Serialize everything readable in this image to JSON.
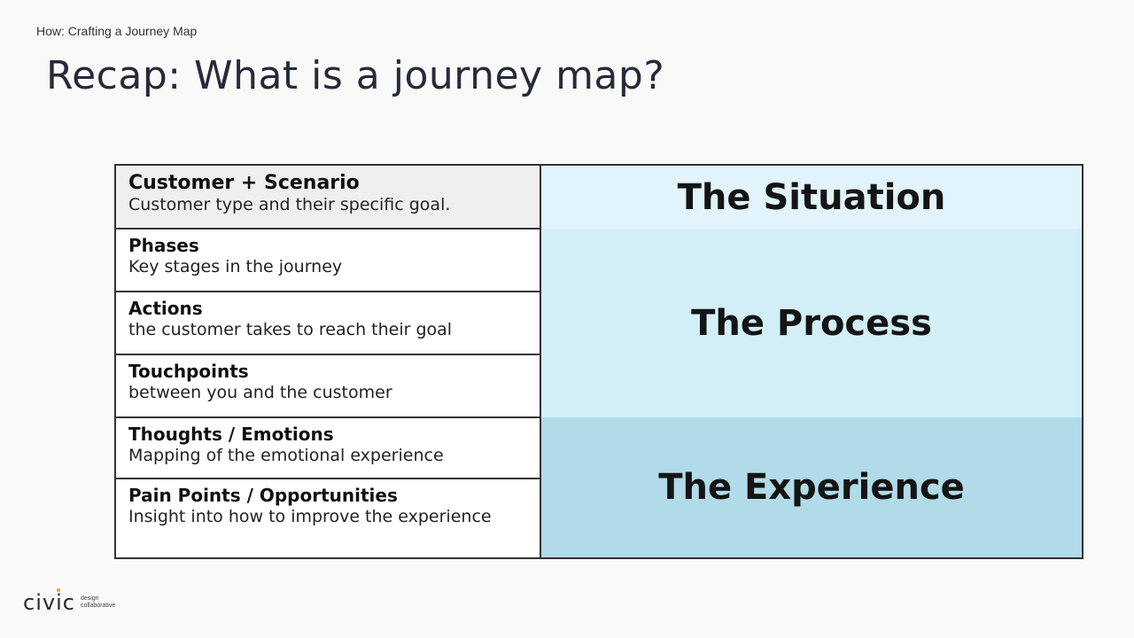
{
  "breadcrumb": "How: Crafting a Journey Map",
  "title": "Recap: What is a journey map?",
  "rows": [
    {
      "title": "Customer + Scenario",
      "desc": "Customer type and their specific goal."
    },
    {
      "title": "Phases",
      "desc": "Key stages in the journey"
    },
    {
      "title": "Actions",
      "desc": "the customer takes to reach their goal"
    },
    {
      "title": "Touchpoints",
      "desc": "between you and the customer"
    },
    {
      "title": "Thoughts / Emotions",
      "desc": "Mapping of the emotional experience"
    },
    {
      "title": "Pain Points / Opportunities",
      "desc": "Insight into how to improve the experience"
    }
  ],
  "bands": {
    "situation": "The Situation",
    "process": "The Process",
    "experience": "The Experience"
  },
  "colors": {
    "situation_bg": "#e1f3fb",
    "process_bg": "#d2eff7",
    "experience_bg": "#b1dbe8",
    "first_row_bg": "#efefef"
  },
  "logo": {
    "word": "civic",
    "sub_line1": "design",
    "sub_line2": "collaborative"
  }
}
